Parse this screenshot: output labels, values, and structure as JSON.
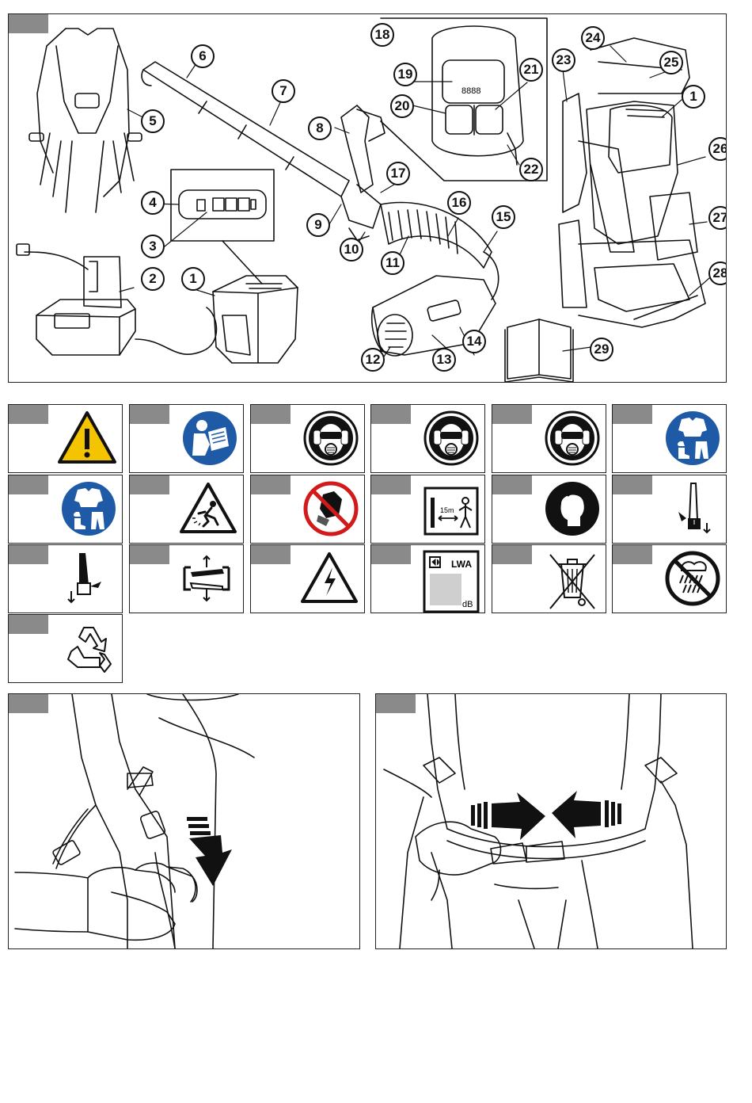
{
  "callouts": {
    "c1a": "1",
    "c1b": "1",
    "c2": "2",
    "c3": "3",
    "c4": "4",
    "c5": "5",
    "c6": "6",
    "c7": "7",
    "c8": "8",
    "c9": "9",
    "c10": "10",
    "c11": "11",
    "c12": "12",
    "c13": "13",
    "c14": "14",
    "c15": "15",
    "c16": "16",
    "c17": "17",
    "c18": "18",
    "c19": "19",
    "c20": "20",
    "c21": "21",
    "c22": "22",
    "c23": "23",
    "c24": "24",
    "c25": "25",
    "c26": "26",
    "c27": "27",
    "c28": "28",
    "c29": "29"
  },
  "display_digits": "8888",
  "symbols": {
    "distance_label": "15m",
    "sound_power_label": "LWA",
    "sound_unit": "dB"
  },
  "icons": [
    "warning-triangle-icon",
    "read-manual-icon",
    "hearing-eye-respiratory-protection-icon",
    "hearing-eye-respiratory-protection-icon",
    "hearing-eye-respiratory-protection-icon",
    "protective-clothing-icon",
    "protective-clothing-icon",
    "thrown-objects-warning-icon",
    "no-loose-clothing-icon",
    "safety-distance-icon",
    "tie-up-long-hair-icon",
    "battery-remove-icon",
    "battery-insert-icon",
    "rotate-tube-icon",
    "electric-shock-warning-icon",
    "sound-power-level-icon",
    "do-not-dispose-bin-icon",
    "do-not-expose-to-rain-icon",
    "recycle-icon"
  ]
}
